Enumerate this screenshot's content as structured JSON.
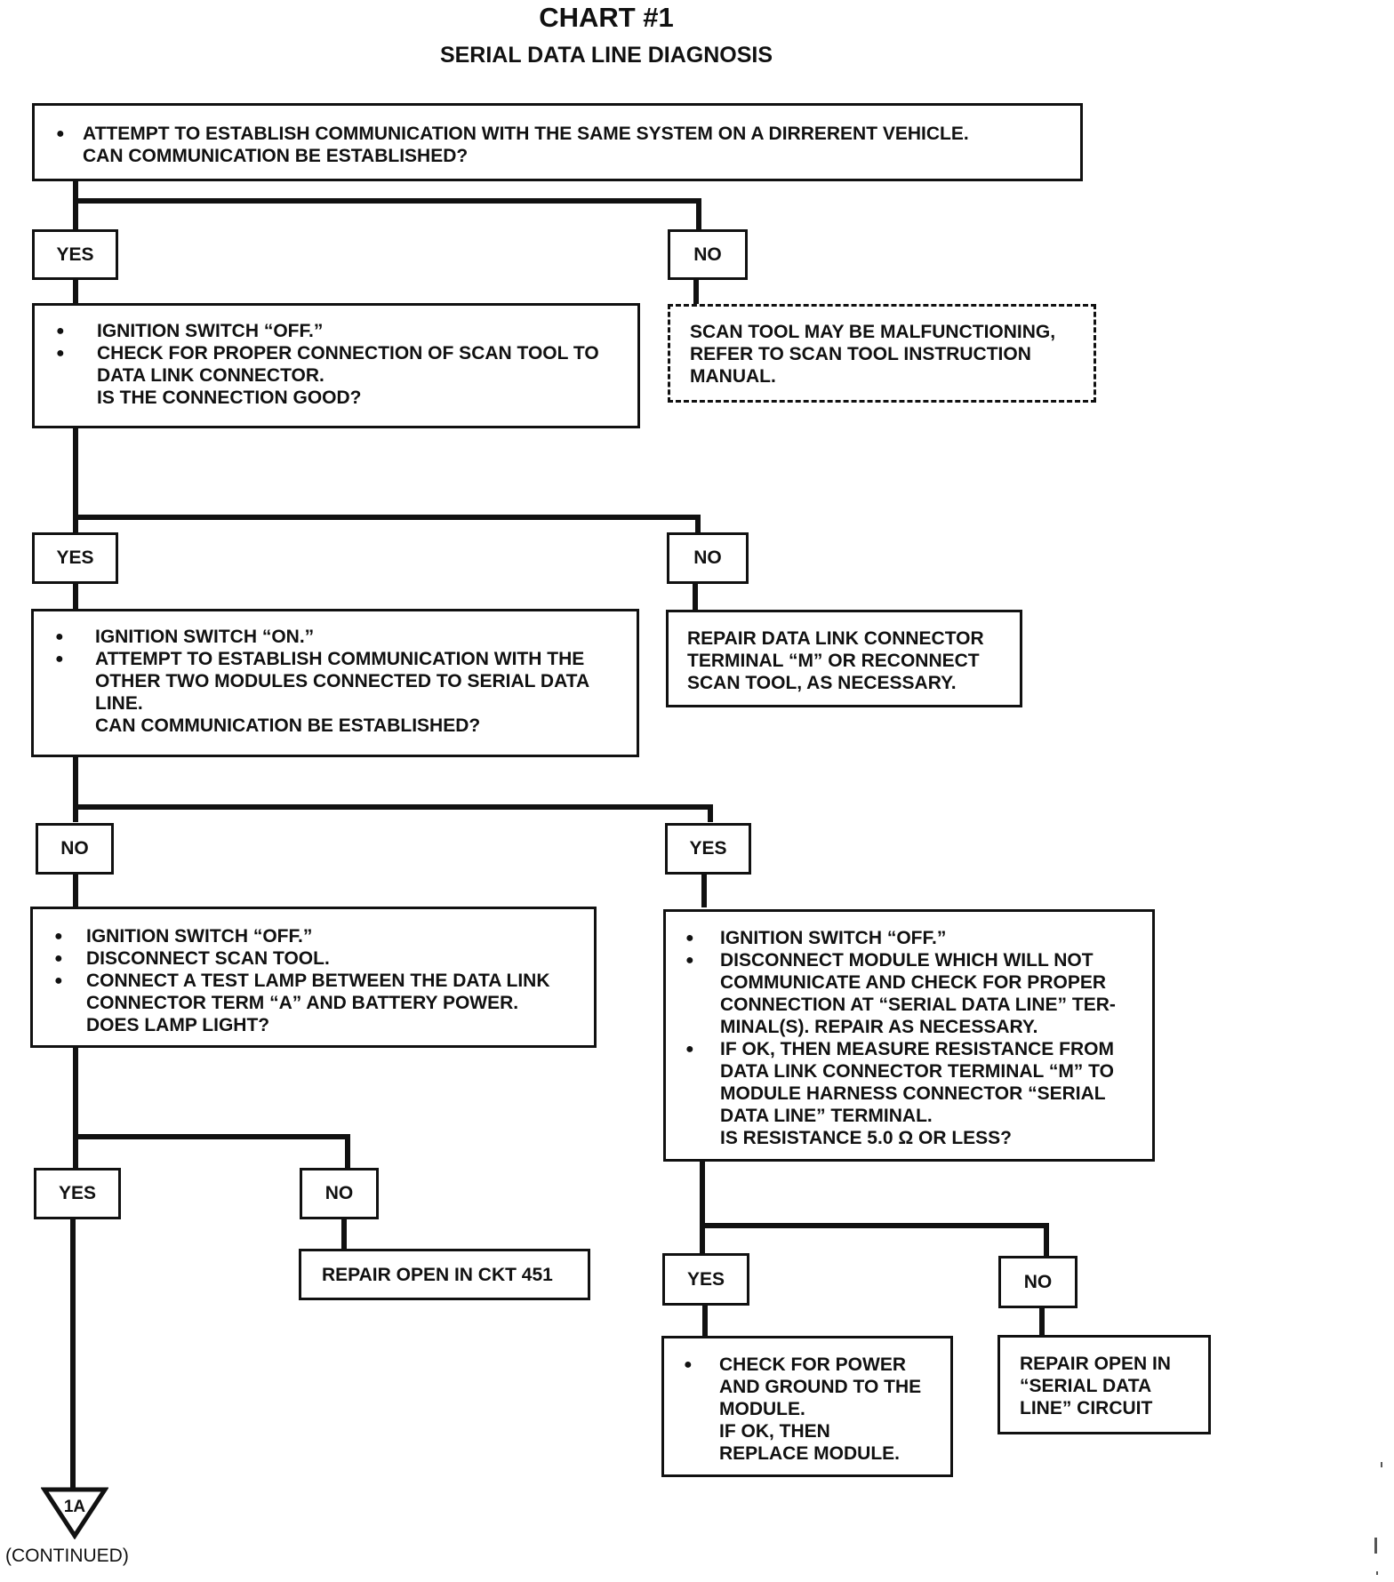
{
  "title": "CHART #1",
  "subtitle": "SERIAL DATA LINE DIAGNOSIS",
  "box1": {
    "lines": [
      "ATTEMPT TO ESTABLISH COMMUNICATION WITH THE SAME SYSTEM ON A DIRRERENT VEHICLE.",
      "CAN COMMUNICATION BE ESTABLISHED?"
    ]
  },
  "box2": {
    "bullets": [
      "IGNITION SWITCH “OFF.”",
      "CHECK FOR PROPER CONNECTION OF SCAN TOOL TO DATA LINK CONNECTOR."
    ],
    "question": "IS THE CONNECTION GOOD?"
  },
  "box_scan_tool": {
    "text": "SCAN TOOL MAY BE MALFUNCTIONING, REFER TO SCAN TOOL INSTRUCTION MANUAL."
  },
  "box3": {
    "bullets": [
      "IGNITION SWITCH “ON.”",
      "ATTEMPT TO ESTABLISH COMMUNICATION WITH THE OTHER TWO MODULES CONNECTED TO SERIAL DATA LINE."
    ],
    "question": "CAN COMMUNICATION BE ESTABLISHED?"
  },
  "box_repair_dlc": {
    "text": "REPAIR DATA LINK CONNECTOR TERMINAL “M” OR RECONNECT SCAN TOOL, AS NECESSARY."
  },
  "box4": {
    "bullets": [
      "IGNITION SWITCH “OFF.”",
      "DISCONNECT SCAN TOOL.",
      "CONNECT A TEST LAMP BETWEEN THE DATA LINK CONNECTOR TERM “A” AND BATTERY POWER."
    ],
    "question": "DOES LAMP LIGHT?"
  },
  "box5": {
    "bullets": [
      "IGNITION SWITCH “OFF.”",
      "DISCONNECT MODULE WHICH WILL NOT COMMUNICATE AND CHECK FOR PROPER CONNECTION AT “SERIAL DATA LINE” TER-MINAL(S). REPAIR AS NECESSARY.",
      "IF OK, THEN MEASURE RESISTANCE FROM DATA LINK CONNECTOR TERMINAL “M” TO MODULE HARNESS CONNECTOR “SERIAL DATA LINE” TERMINAL."
    ],
    "question": "IS RESISTANCE 5.0 Ω OR LESS?"
  },
  "box_ckt451": {
    "text": "REPAIR OPEN IN CKT 451"
  },
  "box_replace": {
    "bullet": "CHECK FOR POWER AND GROUND TO THE MODULE.",
    "line2": "IF OK, THEN",
    "line3": "REPLACE MODULE."
  },
  "box_repair_sdl": {
    "text": "REPAIR OPEN IN “SERIAL DATA LINE” CIRCUIT"
  },
  "labels": {
    "yes": "YES",
    "no": "NO"
  },
  "connector": {
    "label": "1A",
    "caption": "(CONTINUED)"
  }
}
